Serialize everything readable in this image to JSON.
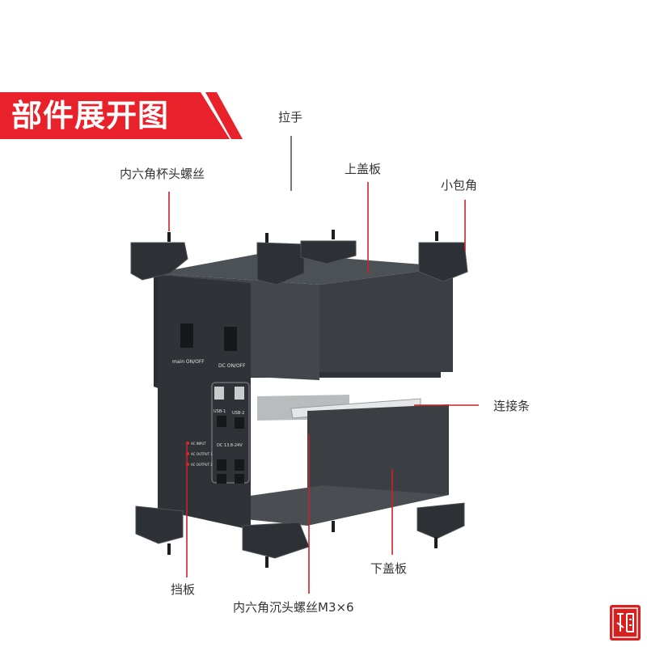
{
  "title": "部件展开图",
  "colors": {
    "accent_red": "#e8212a",
    "red_dark": "#a50f14",
    "case_dark": "#3b3f44",
    "leader": "#c8222a"
  },
  "labels": {
    "handle": "拉手",
    "cap_screw": "内六角杯头螺丝",
    "top_cover": "上盖板",
    "small_corner": "小包角",
    "connector_bar": "连接条",
    "bottom_cover": "下盖板",
    "baffle": "挡板",
    "countersunk_screw": "内六角沉头螺丝M3×6"
  },
  "panel": {
    "main_switch": "main  ON/OFF",
    "dc_switch": "DC  ON/OFF",
    "usb1": "USB-1",
    "usb2": "USB-2",
    "dc_range": "DC 13.8-24V",
    "ac_input": "AC INPUT",
    "ac_output1": "AC OUTPUT 1",
    "ac_output2": "AC OUTPUT 2"
  },
  "logo_icon": "seal-stamp-icon"
}
